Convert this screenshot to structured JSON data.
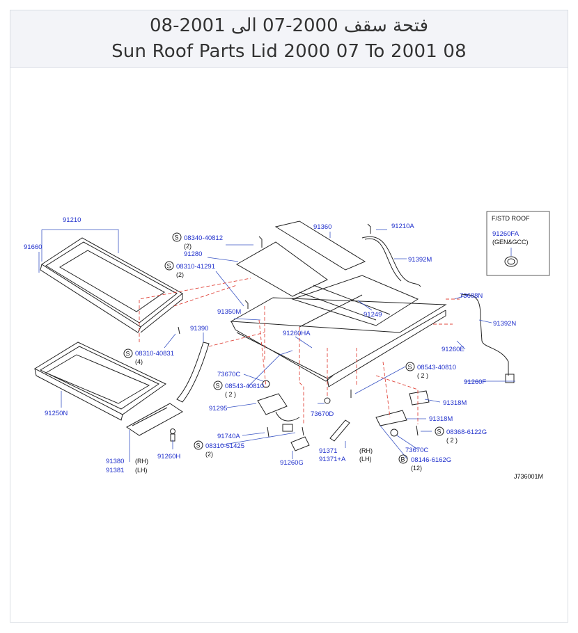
{
  "header": {
    "title_ar": "فتحة سقف 2000-07 الى 2001-08",
    "title_en": "Sun Roof Parts Lid 2000 07 To 2001 08"
  },
  "inset": {
    "title": "F/STD  ROOF",
    "part": "91260FA",
    "note": "(GEN&GCC)"
  },
  "labels": {
    "p91210": "91210",
    "p91660": "91660",
    "p91250N": "91250N",
    "p91380": "91380",
    "p91381": "91381",
    "rh1": "(RH)",
    "lh1": "(LH)",
    "p91260H": "91260H",
    "s08340": "08340-40812",
    "q2a": "(2)",
    "p91280": "91280",
    "s08310a": "08310-41291",
    "q2b": "(2)",
    "p91360": "91360",
    "p91210A": "91210A",
    "p91392M": "91392M",
    "p73688N": "73688N",
    "p91392N": "91392N",
    "p91249": "91249",
    "p91260E": "91260E",
    "p91350M": "91350M",
    "p91390": "91390",
    "p91260HA": "91260HA",
    "s08310b": "08310-40831",
    "q4": "(4)",
    "p73670C_a": "73670C",
    "s08543a": "08543-40810",
    "q2c": "( 2 )",
    "s08543b": "08543-40810",
    "q2d": "( 2 )",
    "p91260F": "91260F",
    "p91318M_a": "91318M",
    "p91318M_b": "91318M",
    "s08368": "08368-6122G",
    "q2e": "( 2 )",
    "p73670C_b": "73670C",
    "b08146": "08146-6162G",
    "q12": "(12)",
    "p91295": "91295",
    "p73670D": "73670D",
    "p91740A": "91740A",
    "s08310c": "08310-51425",
    "q2f": "(2)",
    "p91260G": "91260G",
    "p91371": "91371",
    "p91371A": "91371+A",
    "rh2": "(RH)",
    "lh2": "(LH)",
    "code": "J736001M",
    "s": "S",
    "b": "B"
  }
}
